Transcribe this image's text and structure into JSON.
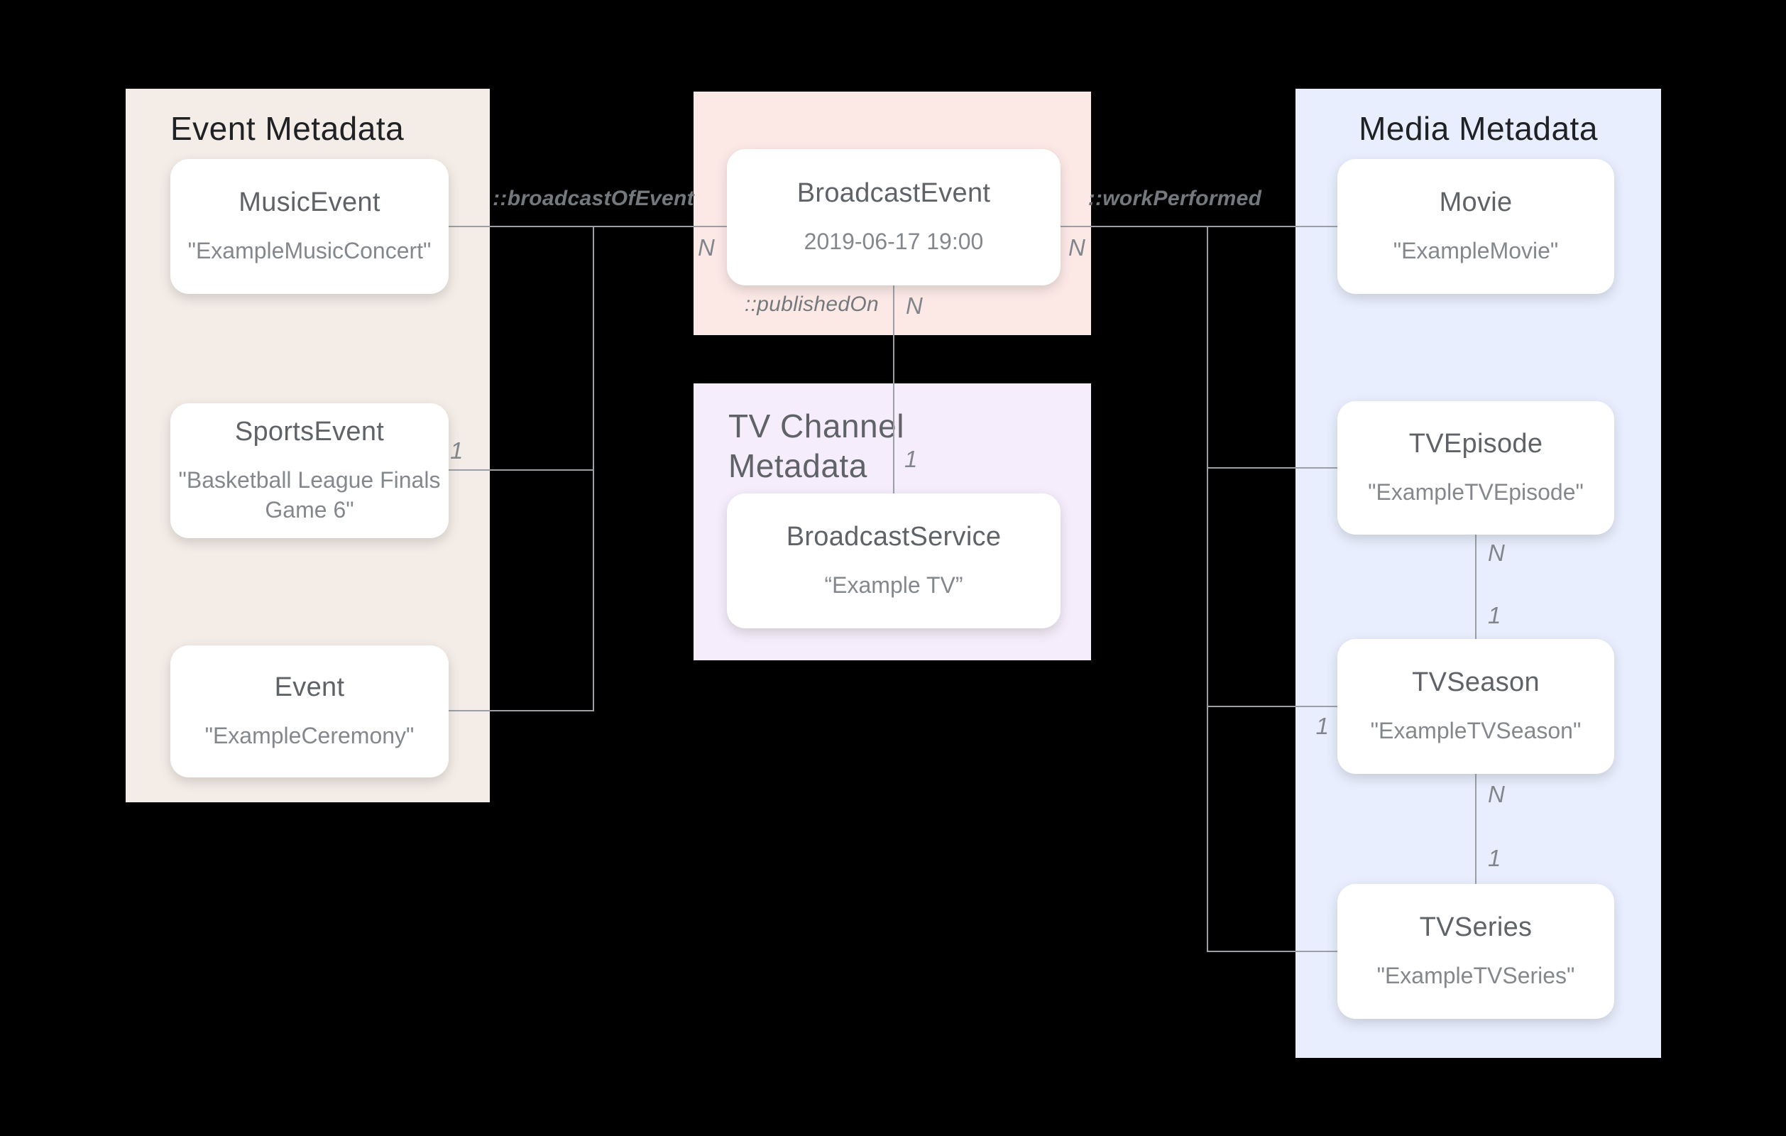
{
  "diagram": {
    "background": "#000000",
    "line_color": "#9AA0A6",
    "box_color": "#FFFFFF"
  },
  "panels": {
    "event": {
      "title": "Event Metadata",
      "color": "#F4ECE6"
    },
    "broadcast": {
      "color": "#FCE9E6"
    },
    "tv_channel": {
      "title": "TV Channel Metadata",
      "color": "#F5EDFB"
    },
    "media": {
      "title": "Media Metadata",
      "color": "#E8EEFD"
    }
  },
  "nodes": {
    "music_event": {
      "title": "MusicEvent",
      "value": "\"ExampleMusicConcert\""
    },
    "sports_event": {
      "title": "SportsEvent",
      "value": "\"Basketball League Finals Game 6\""
    },
    "event": {
      "title": "Event",
      "value": "\"ExampleCeremony\""
    },
    "broadcast_event": {
      "title": "BroadcastEvent",
      "value": "2019-06-17 19:00"
    },
    "broadcast_service": {
      "title": "BroadcastService",
      "value": "“Example TV”"
    },
    "movie": {
      "title": "Movie",
      "value": "\"ExampleMovie\""
    },
    "tv_episode": {
      "title": "TVEpisode",
      "value": "\"ExampleTVEpisode\""
    },
    "tv_season": {
      "title": "TVSeason",
      "value": "\"ExampleTVSeason\""
    },
    "tv_series": {
      "title": "TVSeries",
      "value": "\"ExampleTVSeries\""
    }
  },
  "relationships": {
    "broadcast_of_event": {
      "label": "::broadcastOfEvent"
    },
    "work_performed": {
      "label": "::workPerformed"
    },
    "published_on": {
      "label": "::publishedOn"
    }
  },
  "cardinalities": {
    "broadcast_left": "N",
    "broadcast_right": "N",
    "published_on_top": "N",
    "published_on_bottom": "1",
    "sports_event": "1",
    "tv_season_left": "1",
    "episode_bottom": "N",
    "season_top": "1",
    "season_bottom": "N",
    "series_top": "1"
  }
}
